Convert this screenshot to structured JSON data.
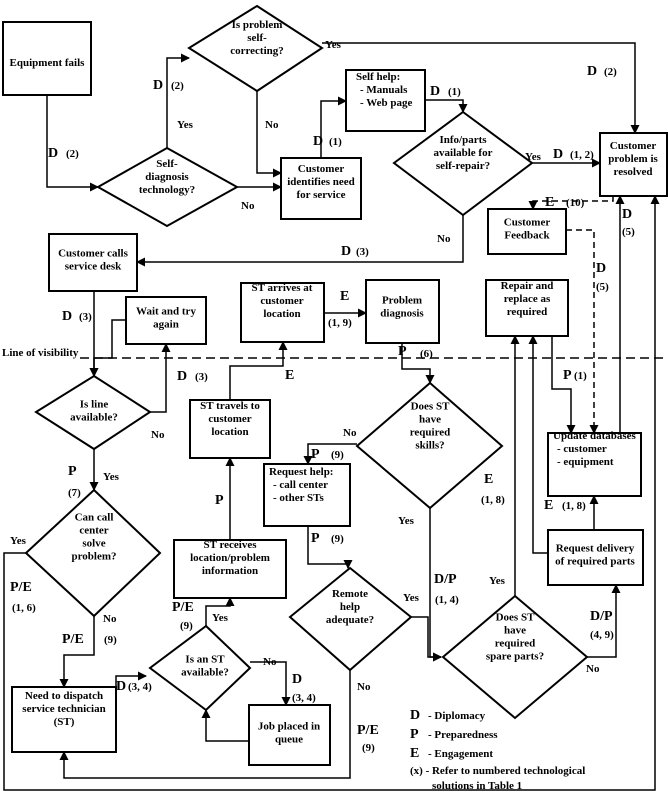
{
  "line_of_visibility": "Line of visibility",
  "nodes": {
    "equipment_fails": [
      "Equipment fails"
    ],
    "self_diagnosis": [
      "Self-",
      "diagnosis",
      "technology?"
    ],
    "self_correcting": [
      "Is problem",
      "self-",
      "correcting?"
    ],
    "self_help": [
      "Self help:",
      "- Manuals",
      "- Web page"
    ],
    "identifies_need": [
      "Customer",
      "identifies need",
      "for service"
    ],
    "info_parts": [
      "Info/parts",
      "available for",
      "self-repair?"
    ],
    "problem_resolved": [
      "Customer",
      "problem is",
      "resolved"
    ],
    "customer_feedback": [
      "Customer",
      "Feedback"
    ],
    "calls_service_desk": [
      "Customer calls",
      "service desk"
    ],
    "wait_try_again": [
      "Wait and try",
      "again"
    ],
    "st_arrives": [
      "ST arrives at",
      "customer",
      "location"
    ],
    "problem_diagnosis": [
      "Problem",
      "diagnosis"
    ],
    "repair_replace": [
      "Repair and",
      "replace as",
      "required"
    ],
    "line_available": [
      "Is line",
      "available?"
    ],
    "st_travels": [
      "ST travels to",
      "customer",
      "location"
    ],
    "has_skills": [
      "Does ST",
      "have",
      "required",
      "skills?"
    ],
    "update_databases": [
      "Update databases",
      "- customer",
      "- equipment"
    ],
    "request_help": [
      "Request help:",
      "- call center",
      "- other STs"
    ],
    "call_center_solve": [
      "Can call",
      "center",
      "solve",
      "problem?"
    ],
    "st_receives_info": [
      "ST receives",
      "location/problem",
      "information"
    ],
    "request_delivery": [
      "Request delivery",
      "of required parts"
    ],
    "remote_help": [
      "Remote",
      "help",
      "adequate?"
    ],
    "has_spare_parts": [
      "Does ST",
      "have",
      "required",
      "spare parts?"
    ],
    "is_st_available": [
      "Is an ST",
      "available?"
    ],
    "need_dispatch": [
      "Need to dispatch",
      "service technician",
      "(ST)"
    ],
    "job_queue": [
      "Job placed in",
      "queue"
    ]
  },
  "edge_labels": {
    "yes": "Yes",
    "no": "No",
    "e_self_diag_code": "(2)",
    "e_self_corr_code": "(2)",
    "e_resolved_top_code": "(2)",
    "e_self_help_code": "(1)",
    "e_info_parts_code": "(1)",
    "e_info_resolved_code": "(1, 2)",
    "e_feedback_code": "(10)",
    "e_resolved_right_code": "(5)",
    "e_feedback_dash_code": "(5)",
    "e_calls_code": "(3)",
    "e_calls_down_code": "(3)",
    "e_wait_code": "(3)",
    "e_arrive_code": "(1, 9)",
    "e_diag_code": "(6)",
    "e_repair_code": "(1)",
    "e_skills_no_code": "(9)",
    "e_skills_e_code": "(1, 8)",
    "e_update_e_code": "(1, 8)",
    "e_line_code": "(7)",
    "e_call_center_code": "(1, 6)",
    "e_no_cc_code": "(9)",
    "e_request_help_code": "(9)",
    "e_skills_yes_code": "(1, 4)",
    "e_parts_no_code": "(4, 9)",
    "e_dispatch_code": "(3, 4)",
    "e_queue_code": "(3, 4)",
    "e_st_receive_code": "(9)",
    "e_remote_no_code": "(9)"
  },
  "letters": {
    "d": "D",
    "p": "P",
    "e": "E",
    "pe": "P/E",
    "dp": "D/P"
  },
  "legend": {
    "d": "- Diplomacy",
    "p": "- Preparedness",
    "e": "- Engagement",
    "x_line1": "(x) - Refer to numbered technological",
    "x_line2": "solutions in Table 1"
  }
}
